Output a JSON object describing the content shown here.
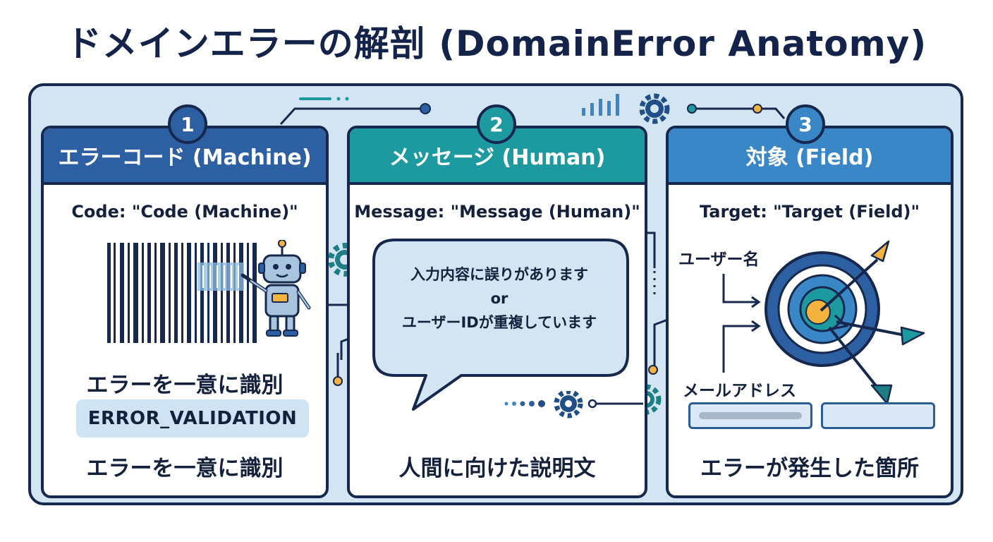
{
  "title": "ドメインエラーの解剖 (DomainError Anatomy)",
  "colors": {
    "frame_bg": "#d3e5f3",
    "outline": "#16284d",
    "panel1": "#2d5fa3",
    "panel2": "#1d9aa0",
    "panel3": "#3a87c8",
    "accent_orange": "#f4b33d",
    "teal_dark": "#1d7f85"
  },
  "panels": [
    {
      "number": "1",
      "header": "エラーコード (Machine)",
      "field_line": "Code: \"Code (Machine)\"",
      "desc_top": "エラーを一意に識別",
      "code_value": "ERROR_VALIDATION",
      "desc_bottom": "エラーを一意に識別",
      "icons": [
        "barcode-icon",
        "robot-icon",
        "gear-icon"
      ]
    },
    {
      "number": "2",
      "header": "メッセージ (Human)",
      "field_line": "Message: \"Message (Human)\"",
      "bubble_lines": [
        "入力内容に誤りがあります",
        "or",
        "ユーザーIDが重複しています"
      ],
      "desc_bottom": "人間に向けた説明文",
      "icons": [
        "speech-bubble-icon",
        "gear-icon"
      ]
    },
    {
      "number": "3",
      "header": "対象 (Field)",
      "field_line": "Target: \"Target (Field)\"",
      "label_username": "ユーザー名",
      "label_email": "メールアドレス",
      "desc_bottom": "エラーが発生した箇所",
      "icons": [
        "target-icon",
        "arrow-icon",
        "warning-icon"
      ]
    }
  ]
}
